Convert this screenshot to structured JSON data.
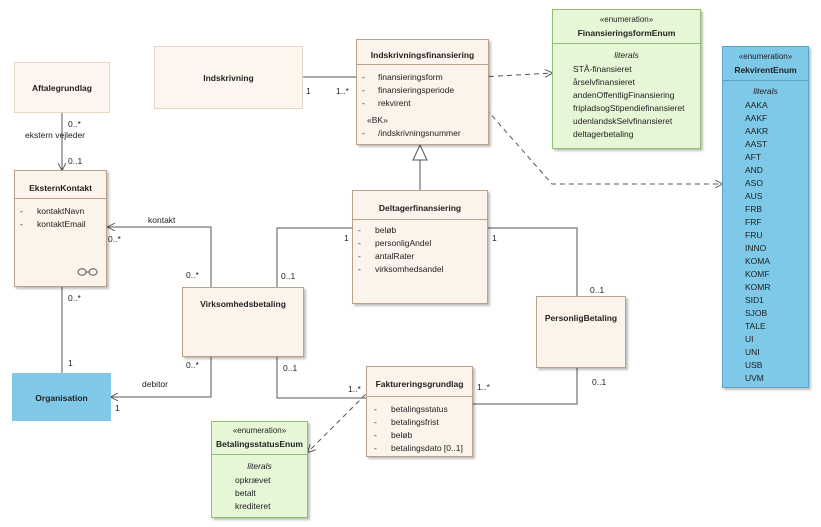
{
  "aftalegrundlag": {
    "title": "Aftalegrundlag"
  },
  "indskrivning": {
    "title": "Indskrivning"
  },
  "indskrivningsfinansiering": {
    "title": "Indskrivningsfinansiering",
    "attributes": [
      "finansieringsform",
      "finansieringsperiode",
      "rekvirent"
    ],
    "bk_stereotype": "«BK»",
    "derived": "/indskrivningsnummer"
  },
  "finansieringsform_enum": {
    "stereotype": "«enumeration»",
    "title": "FinansieringsformEnum",
    "literals_label": "literals",
    "literals": [
      "STÅ-finansieret",
      "årselvfinansieret",
      "andenOffentligFinansiering",
      "fripladsogStipendiefinansieret",
      "udenlandskSelvfinansieret",
      "deltagerbetaling"
    ]
  },
  "rekvirent_enum": {
    "stereotype": "«enumeration»",
    "title": "RekvirentEnum",
    "literals_label": "literals",
    "literals": [
      "AAKA",
      "AAKF",
      "AAKR",
      "AAST",
      "AFT",
      "AND",
      "ASO",
      "AUS",
      "FRB",
      "FRF",
      "FRU",
      "INNO",
      "KOMA",
      "KOMF",
      "KOMR",
      "SID1",
      "SJOB",
      "TALE",
      "UI",
      "UNI",
      "USB",
      "UVM"
    ]
  },
  "ekstern_kontakt": {
    "title": "EksternKontakt",
    "attributes": [
      "kontaktNavn",
      "kontaktEmail"
    ]
  },
  "deltagerfinansiering": {
    "title": "Deltagerfinansiering",
    "attributes": [
      "beløb",
      "personligAndel",
      "antalRater",
      "virksomhedsandel"
    ]
  },
  "virksomhedsbetaling": {
    "title": "Virksomhedsbetaling"
  },
  "personlig_betaling": {
    "title": "PersonligBetaling"
  },
  "organisation": {
    "title": "Organisation"
  },
  "faktureringsgrundlag": {
    "title": "Faktureringsgrundlag",
    "attributes": [
      "betalingsstatus",
      "betalingsfrist",
      "beløb",
      "betalingsdato [0..1]"
    ]
  },
  "betalingsstatus_enum": {
    "stereotype": "«enumeration»",
    "title": "BetalingsstatusEnum",
    "literals_label": "literals",
    "literals": [
      "opkrævet",
      "betalt",
      "krediteret"
    ]
  },
  "labels": {
    "ext_vejleder_mult": "0..*",
    "ext_vejleder_role": "ekstern vejleder",
    "ext_vejleder_mult2": "0..1",
    "indskr_1": "1",
    "indskr_many": "1..*",
    "kontakt_role": "kontakt",
    "kontakt_mult": "0..*",
    "kontakt_mult2": "0..*",
    "ek_org_mult": "0..*",
    "ek_org_1": "1",
    "delt_1_left": "1",
    "delt_01_left": "0..1",
    "delt_1_right": "1",
    "delt_01_right": "0..1",
    "debitor_role": "debitor",
    "debitor_mult": "0..*",
    "org_1": "1",
    "vb_01": "0..1",
    "fg_many_left": "1..*",
    "fg_many_right": "1..*",
    "pb_01": "0..1",
    "dash": "-"
  }
}
